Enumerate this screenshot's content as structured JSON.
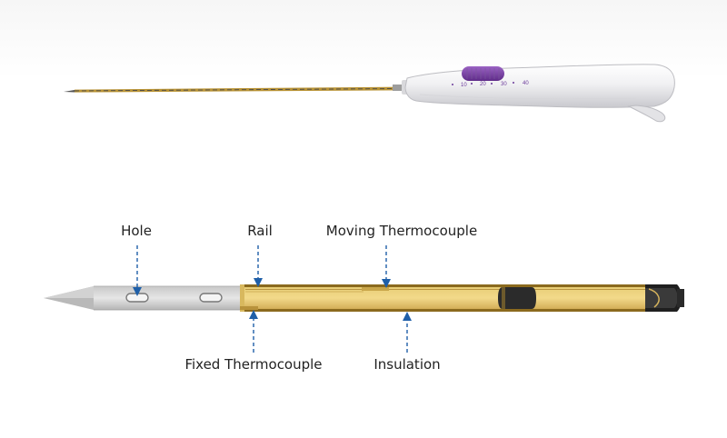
{
  "labels": {
    "hole": "Hole",
    "rail": "Rail",
    "moving_thermocouple": "Moving Thermocouple",
    "fixed_thermocouple": "Fixed Thermocouple",
    "insulation": "Insulation"
  },
  "handle_scale": [
    "10",
    "20",
    "30",
    "40"
  ],
  "colors": {
    "callout_arrow": "#1f5fa8",
    "insulation_gold": "#e7c766",
    "slider_purple": "#7a3fa6",
    "scale_text": "#6b3a9a"
  }
}
